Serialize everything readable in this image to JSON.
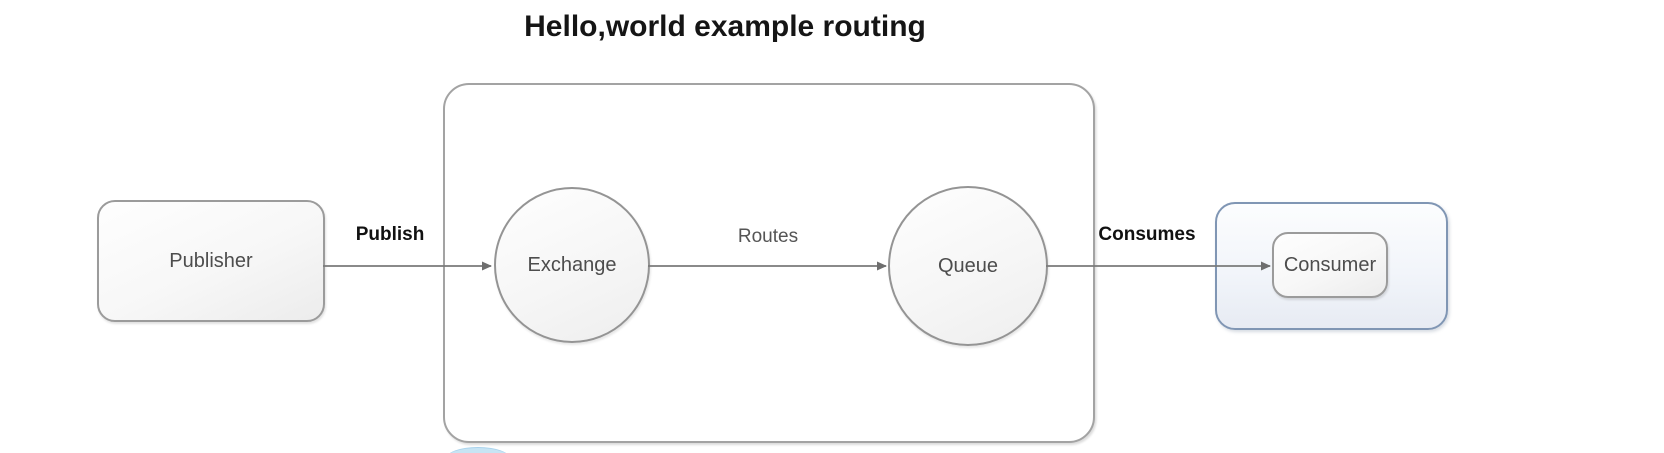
{
  "title": "Hello,world example routing",
  "diagram": {
    "nodes": {
      "publisher": {
        "label": "Publisher",
        "shape": "rounded-rectangle"
      },
      "exchange": {
        "label": "Exchange",
        "shape": "circle"
      },
      "queue": {
        "label": "Queue",
        "shape": "circle"
      },
      "consumer": {
        "label": "Consumer",
        "shape": "rounded-rectangle-in-blue-group"
      }
    },
    "edges": {
      "publish": {
        "label": "Publish",
        "from": "publisher",
        "to": "exchange",
        "bold": true
      },
      "routes": {
        "label": "Routes",
        "from": "exchange",
        "to": "queue",
        "bold": false
      },
      "consumes": {
        "label": "Consumes",
        "from": "queue",
        "to": "consumer",
        "bold": true
      }
    },
    "colors": {
      "node_border_gray": "#9b9b9b",
      "container_border": "#a3a3a3",
      "consumer_group_border": "#8096b4",
      "consumer_group_fill": "#e7ebf3",
      "arrow": "#7a7a7a",
      "node_text": "#4d4d4d",
      "bold_label_text": "#111111",
      "regular_label_text": "#555555",
      "bottom_arc_blue": "#c7e4f4"
    }
  }
}
